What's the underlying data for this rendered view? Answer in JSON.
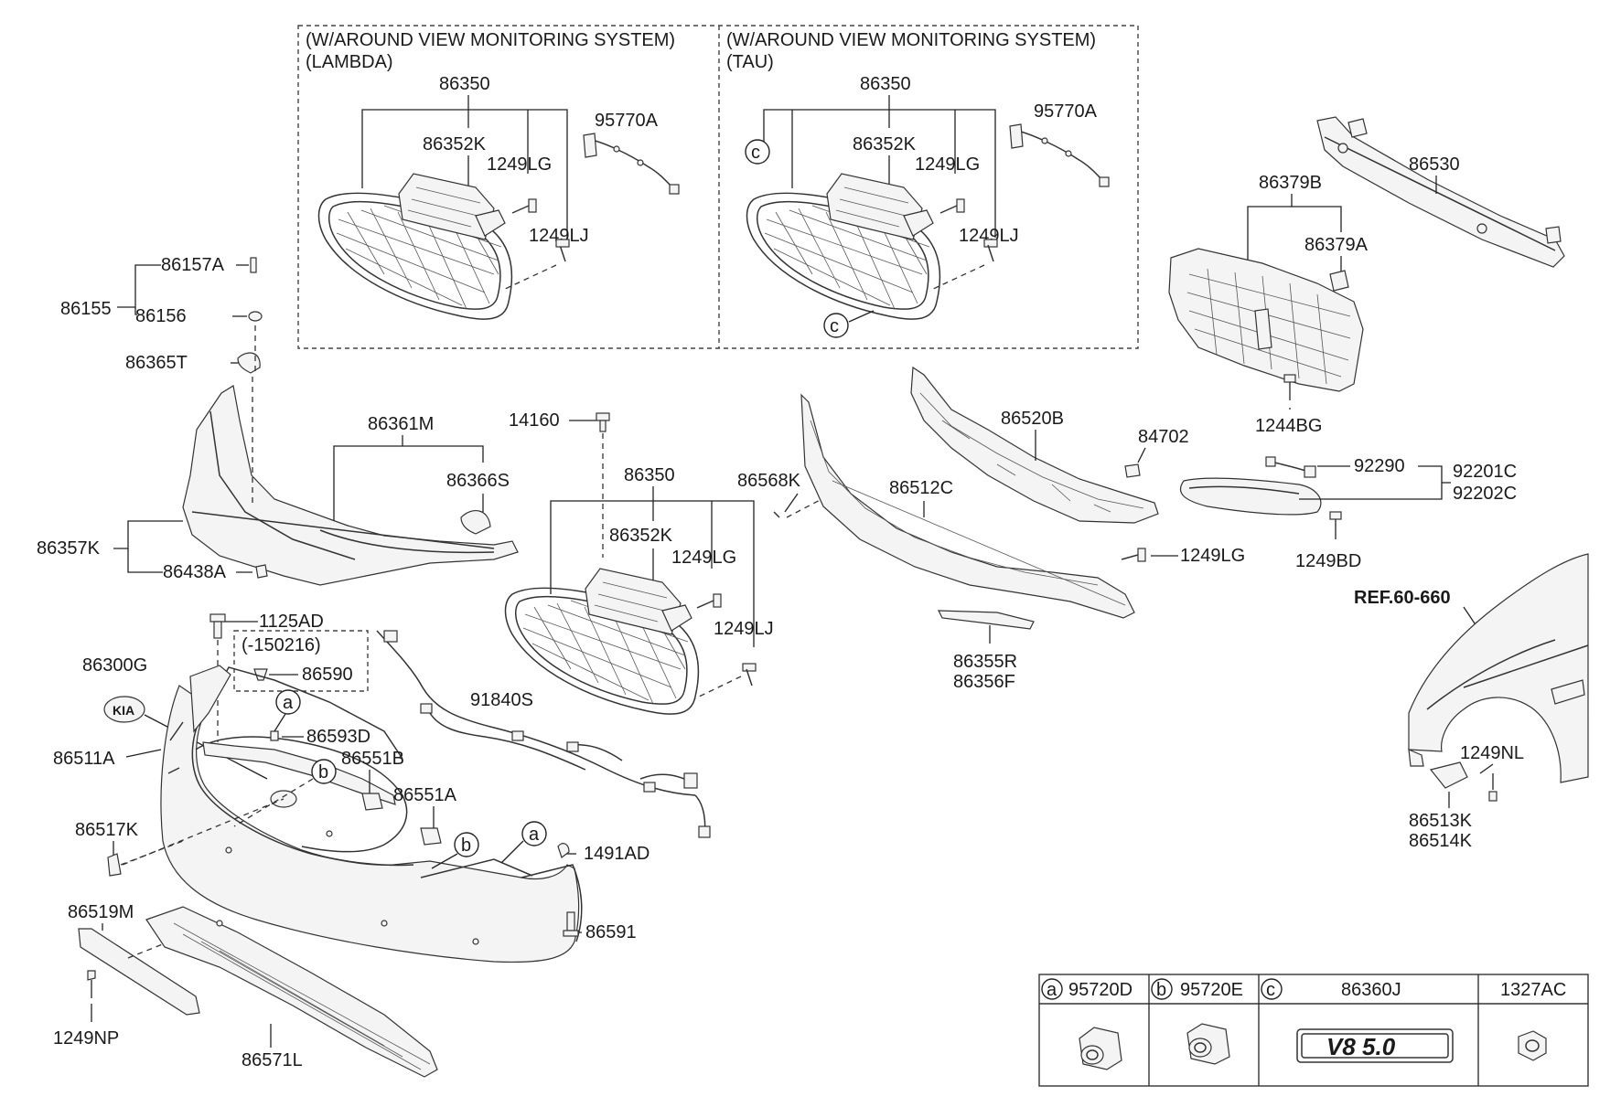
{
  "labels": {
    "l86155": "86155",
    "l86157A": "86157A",
    "l86156": "86156",
    "l86365T": "86365T",
    "l86361M": "86361M",
    "l86366S": "86366S",
    "l86357K": "86357K",
    "l86438A": "86438A",
    "l1125AD": "1125AD",
    "l150216": "(-150216)",
    "l86590": "86590",
    "l86300G": "86300G",
    "l86511A": "86511A",
    "l86593D": "86593D",
    "l86551B": "86551B",
    "l86551A": "86551A",
    "l86517K": "86517K",
    "l86519M": "86519M",
    "l1249NP": "1249NP",
    "l86571L": "86571L",
    "l86591": "86591",
    "l1491AD": "1491AD",
    "l91840S": "91840S",
    "l14160": "14160",
    "l86350c": "86350",
    "l86352Kc": "86352K",
    "l1249LGc": "1249LG",
    "l1249LJc": "1249LJ",
    "l86350a": "86350",
    "l86352Ka": "86352K",
    "l1249LGa": "1249LG",
    "l1249LJa": "1249LJ",
    "l95770Aa": "95770A",
    "l86350b": "86350",
    "l86352Kb": "86352K",
    "l1249LGb": "1249LG",
    "l1249LJb": "1249LJ",
    "l95770Ab": "95770A",
    "l86568K": "86568K",
    "l86512C": "86512C",
    "l1249LGd": "1249LG",
    "l86355R": "86355R",
    "l86356F": "86356F",
    "l86520B": "86520B",
    "l84702": "84702",
    "l86530": "86530",
    "l86379B": "86379B",
    "l86379A": "86379A",
    "l1244BG": "1244BG",
    "l92290": "92290",
    "l92201C": "92201C",
    "l92202C": "92202C",
    "l1249BD": "1249BD",
    "ref": "REF.60-660",
    "l1249NL": "1249NL",
    "l86513K": "86513K",
    "l86514K": "86514K"
  },
  "boxes": {
    "lambda_line1": "(W/AROUND VIEW MONITORING SYSTEM)",
    "lambda_line2": "(LAMBDA)",
    "tau_line1": "(W/AROUND VIEW MONITORING SYSTEM)",
    "tau_line2": "(TAU)"
  },
  "callouts": {
    "a": "a",
    "b": "b",
    "c": "c"
  },
  "badge": "KIA",
  "emblem_text": "V8 5.0",
  "legend": {
    "cells": [
      {
        "key": "a",
        "part": "95720D"
      },
      {
        "key": "b",
        "part": "95720E"
      },
      {
        "key": "c",
        "part": "86360J"
      },
      {
        "key": "",
        "part": "1327AC"
      }
    ]
  }
}
